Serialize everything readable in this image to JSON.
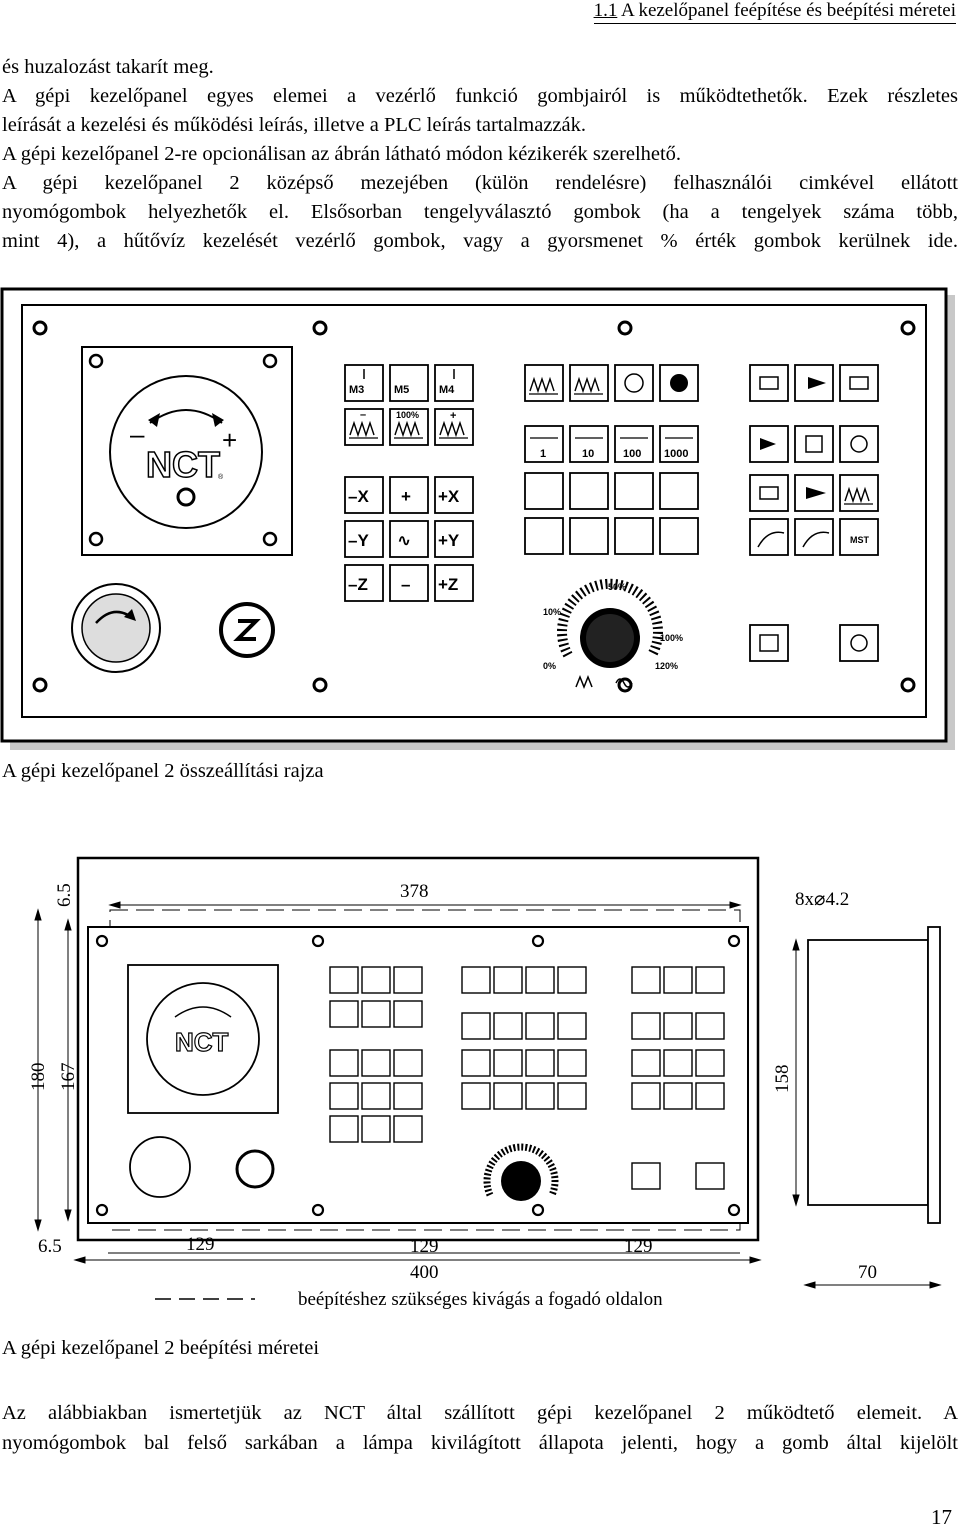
{
  "header": {
    "section_number": "1.1",
    "section_title": "A kezelőpanel feépítése és beépítési méretei"
  },
  "intro_lines": [
    "és huzalozást takarít meg.",
    "A gépi kezelőpanel egyes elemei a vezérlő funkció gombjairól is működtethetők. Ezek részletes",
    "leírását a kezelési és működési leírás, illetve a PLC leírás tartalmazzák.",
    "A gépi kezelőpanel 2-re opcionálisan az ábrán látható módon kézikerék szerelhető.",
    "A gépi kezelőpanel 2 középső mezejében (külön rendelésre) felhasználói cimkével ellátott",
    "nyomógombok helyezhetők el. Elsősorban tengelyválasztó gombok (ha a tengelyek száma több,",
    "mint 4), a hűtővíz kezelését vezérlő gombok, vagy a gyorsmenet % érték gombok kerülnek ide."
  ],
  "panel": {
    "logo": "NCT",
    "logo_reg": "®",
    "handwheel_minus": "–",
    "handwheel_plus": "+",
    "spindle_labels": [
      "M3",
      "M5",
      "M4"
    ],
    "spindle_override": {
      "minus": "–",
      "value": "100%",
      "plus": "+"
    },
    "increments": [
      "1",
      "10",
      "100",
      "1000"
    ],
    "jog": [
      [
        "–X",
        "+",
        "+X"
      ],
      [
        "–Y",
        "∿",
        "+Y"
      ],
      [
        "–Z",
        "–",
        "+Z"
      ]
    ],
    "override_dial": {
      "p0": "0%",
      "p10": "10%",
      "p50": "50%",
      "p100": "100%",
      "p120": "120%"
    },
    "mst_label": "MST"
  },
  "caption1": "A gépi kezelőpanel 2 összeállítási rajza",
  "dimensions": {
    "top_width": "378",
    "holes": "8x⌀4.2",
    "top_offset": "6.5",
    "height_outer": "180",
    "height_inner": "167",
    "bottom_offset": "6.5",
    "pitch_1": "129",
    "pitch_2": "129",
    "pitch_3": "129",
    "total_width": "400",
    "side_height": "158",
    "depth": "70",
    "cutout_note": "beépítéshez szükséges kivágás a fogadó oldalon"
  },
  "caption2": "A gépi kezelőpanel 2 beépítési méretei",
  "outro_lines": [
    "Az alábbiakban ismertetjük az NCT által szállított gépi kezelőpanel 2 működtető elemeit. A",
    "nyomógombok bal felső sarkában a lámpa kivilágított állapota jelenti, hogy a gomb által kijelölt"
  ],
  "page_number": "17"
}
